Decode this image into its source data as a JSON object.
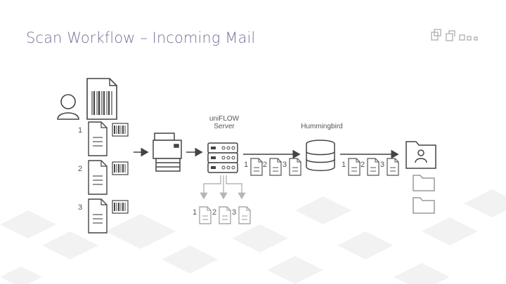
{
  "title": "Scan Workflow – Incoming Mail",
  "nodes": {
    "server_label_line1": "uniFLOW",
    "server_label_line2": "Server",
    "hummingbird_label": "Hummingbird"
  },
  "input_documents": [
    "1",
    "2",
    "3"
  ],
  "server_outputs": [
    "1",
    "2",
    "3"
  ],
  "hummingbird_inputs": [
    "1",
    "2",
    "3"
  ],
  "hummingbird_outputs": [
    "1",
    "2",
    "3"
  ],
  "colors": {
    "title": "#7b6f94",
    "icons": "#555555",
    "accent": "#c0392b"
  },
  "icons": [
    "user-icon",
    "barcode-document-icon",
    "scanner-icon",
    "server-icon",
    "database-icon",
    "folder-user-icon",
    "folder-icon"
  ]
}
